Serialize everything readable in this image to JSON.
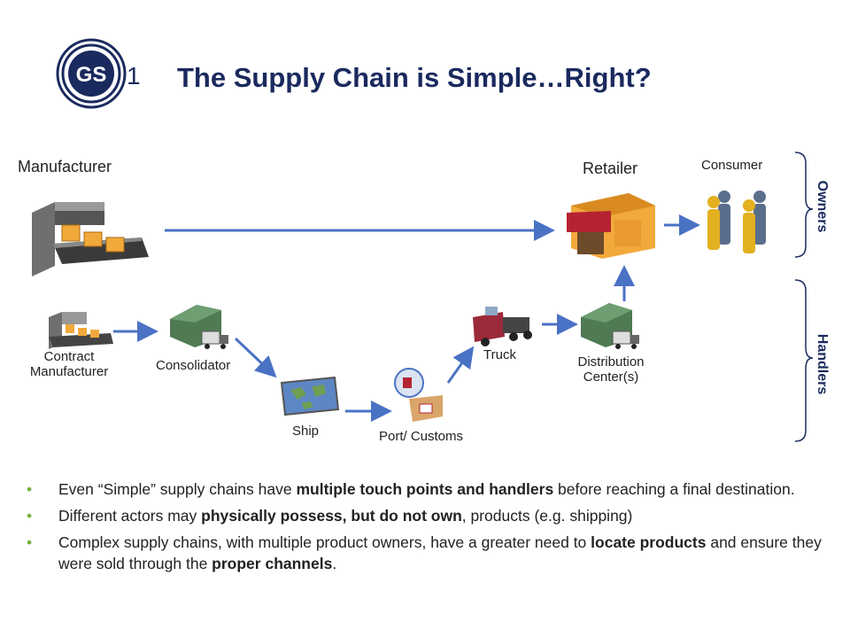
{
  "logo": {
    "text": "GS1",
    "color": "#1a2a5e"
  },
  "title": "The Supply Chain is Simple…Right?",
  "nodes": {
    "manufacturer": "Manufacturer",
    "retailer": "Retailer",
    "consumer": "Consumer",
    "contract_manufacturer_1": "Contract",
    "contract_manufacturer_2": "Manufacturer",
    "consolidator": "Consolidator",
    "ship": "Ship",
    "port_customs": "Port/ Customs",
    "truck": "Truck",
    "distribution_1": "Distribution",
    "distribution_2": "Center(s)"
  },
  "groups": {
    "owners": "Owners",
    "handlers": "Handlers"
  },
  "bullets": [
    {
      "parts": [
        {
          "t": "Even “Simple” supply chains have ",
          "b": false
        },
        {
          "t": "multiple touch points and handlers",
          "b": true
        },
        {
          "t": " before reaching a final destination.",
          "b": false
        }
      ]
    },
    {
      "parts": [
        {
          "t": "Different actors may ",
          "b": false
        },
        {
          "t": "physically possess, but do not own",
          "b": true
        },
        {
          "t": ", products (e.g. shipping)",
          "b": false
        }
      ]
    },
    {
      "parts": [
        {
          "t": "Complex supply chains, with multiple product owners, have a greater need to ",
          "b": false
        },
        {
          "t": "locate products",
          "b": true
        },
        {
          "t": " and ensure they were sold through the ",
          "b": false
        },
        {
          "t": "proper channels",
          "b": true
        },
        {
          "t": ".",
          "b": false
        }
      ]
    }
  ],
  "colors": {
    "arrow": "#4a72c4",
    "title": "#1a2a5e",
    "bullet_dot": "#7ab03c",
    "bracket": "#1a2a5e"
  }
}
